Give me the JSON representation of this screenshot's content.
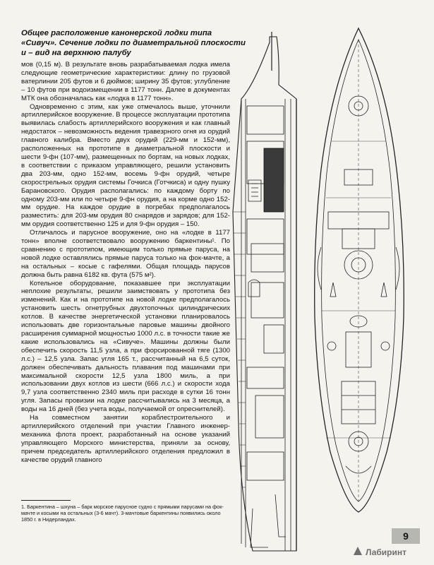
{
  "caption": "Общее расположение канонерской лодки типа «Сивуч». Сечение лодки по диаметральной плоскости и – вид на верхнюю палубу",
  "paragraphs": [
    "мов (0,15 м). В результате вновь разрабатываемая лодка имела следующие геометрические характеристики: длину по грузовой ватерлинии 205 футов и 6 дюймов; ширину 35 футов; углубление – 10 футов при водоизмещении в 1177 тонн. Далее в документах МТК она обозначалась как «лодка в 1177 тонн».",
    "Одновременно с этим, как уже отмечалось выше, уточнили артиллерийское вооружение. В процессе эксплуатации прототипа выявилась слабость артиллерийского вооружения и как главный недостаток – невозможность ведения травезрного огня из орудий главного калибра. Вместо двух орудий (229-мм и 152-мм), расположенных на прототипе в диаметральной плоскости и шести 9-фн (107-мм), размещенных по бортам, на новых лодках, в соответствии с приказом управляющего, решили установить два 203-мм, одно 152-мм, восемь 9-фн орудий, четыре скорострельных орудия системы Гочкиса (Готчкиса) и одну пушку Барановского. Орудия располагались: по каждому борту по одному 203-мм или по четыре 9-фн орудия, а на корме одно 152-мм орудие. На каждое орудие в погребах предполагалось разместить: для 203-мм орудия 80 снарядов и зарядов; для 152-мм орудия соответственно 125 и для 9-фн орудия – 150.",
    "Отличалось и парусное вооружение, оно на «лодке в 1177 тонн» вполне соответствовало вооружению баркентины¹. По сравнению с прототипом, имеющим только прямые паруса, на новой лодке оставлялись прямые паруса только на фок-мачте, а на остальных – косые с гафелями. Общая площадь парусов должна быть равна 6182 кв. фута (575 м²).",
    "Котельное оборудование, показавшее при эксплуатации неплохие результаты, решили заимствовать у прототипа без изменений. Как и на прототипе на новой лодке предполагалось установить шесть огнетрубных двухтопочных цилиндрических котлов. В качестве энергетической установки планировалось использовать две горизонтальные паровые машины двойного расширения суммарной мощностью 1000 л.с. в точности такие же какие использовались на «Сивуче». Машины должны были обеспечить скорость 11,5 узла, а при форсированной тяге (1300 л.с.) – 12,5 узла. Запас угля 165 т., рассчитанный на 6,5 суток, должен обеспечивать дальность плавания под машинами при максимальной скорости 12,5 узла 1800 миль, а при использовании двух котлов из шести (666 л.с.) и скорости хода 9,7 узла соответственно 2340 миль при расходе в сутки 16 тонн угля. Запасы провизии на лодке рассчитывались на 3 месяца, а воды на 16 дней (без учета воды, получаемой от опреснителей).",
    "На совместном занятии кораблестроительного и артиллерийского отделений при участии Главного инженер-механика флота проект, разработанный на основе указаний управляющего Морского министерства, приняли за основу, причем председатель артиллерийского отделения предложил в качестве орудий главного"
  ],
  "footnote": "1. Баркентина – шхуна – барк морское парусное судно с прямыми парусами на фок-мачте и косыми на остальных (3-6 мачт). 3-мачтовые баркентины появились около 1850 г. в Нидерландах.",
  "page_number": "9",
  "watermark": "Лабиринт"
}
